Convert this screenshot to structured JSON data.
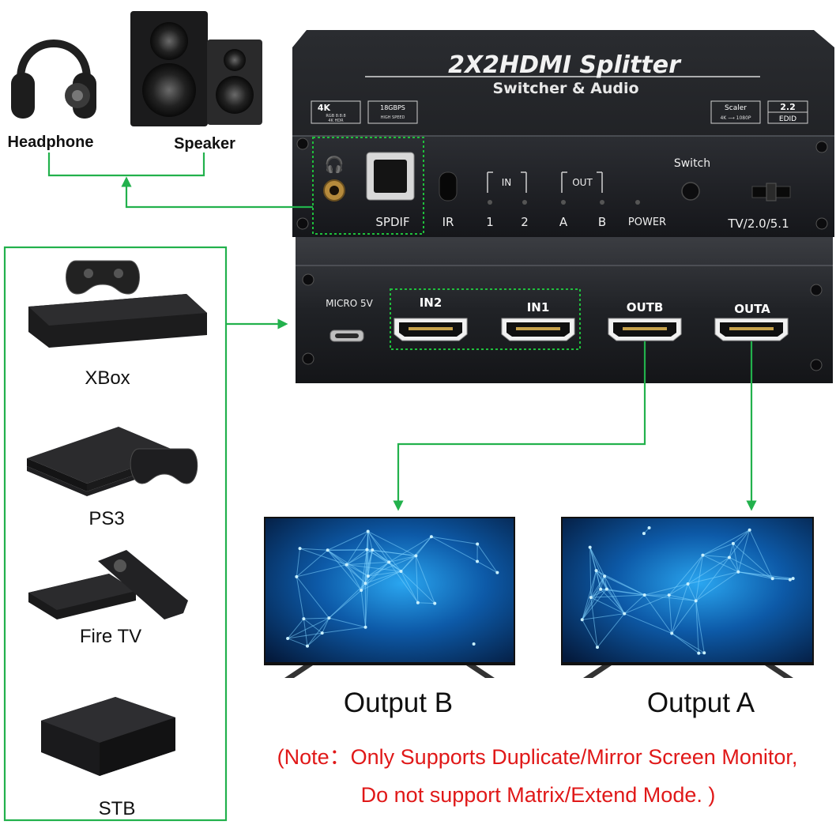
{
  "audio_devices": {
    "headphone": {
      "label": "Headphone",
      "icon": "headphone-icon"
    },
    "speaker": {
      "label": "Speaker",
      "icon": "speaker-icon"
    }
  },
  "device": {
    "title": "2X2HDMI Splitter",
    "subtitle": "Switcher & Audio",
    "badges": {
      "badge_4k": "4K",
      "badge_4k_sub1": "RGB 8:8:8",
      "badge_4k_sub2": "4K HDR",
      "badge_18g": "18GBPS",
      "badge_18g_sub": "HIGH SPEED",
      "scaler": "Scaler",
      "scaler_sub": "4K ⟶ 1080P",
      "edid_top": "2.2",
      "edid_bottom": "EDID"
    },
    "front": {
      "spdif": "SPDIF",
      "ir": "IR",
      "in_group": "IN",
      "out_group": "OUT",
      "in1": "1",
      "in2": "2",
      "out_a": "A",
      "out_b": "B",
      "power": "POWER",
      "switch": "Switch",
      "audio_mode": "TV/2.0/5.1"
    },
    "back": {
      "micro5v": "MICRO 5V",
      "in2": "IN2",
      "in1": "IN1",
      "outb": "OUTB",
      "outa": "OUTA"
    }
  },
  "sources": [
    {
      "label": "XBox",
      "icon": "xbox-console-icon"
    },
    {
      "label": "PS3",
      "icon": "ps-console-icon"
    },
    {
      "label": "Fire TV",
      "icon": "fire-tv-icon"
    },
    {
      "label": "STB",
      "icon": "stb-icon"
    }
  ],
  "outputs": {
    "b": {
      "label": "Output B"
    },
    "a": {
      "label": "Output A"
    }
  },
  "note": {
    "line1": "(Note：Only Supports Duplicate/Mirror Screen Monitor,",
    "line2": "Do not support Matrix/Extend Mode. )"
  },
  "colors": {
    "connector_line": "#22b14c",
    "dotted_box": "#1fbf3c",
    "device_body": "#1d1e21",
    "note_text": "#e01818",
    "screen_blue": "#1e88d8"
  }
}
